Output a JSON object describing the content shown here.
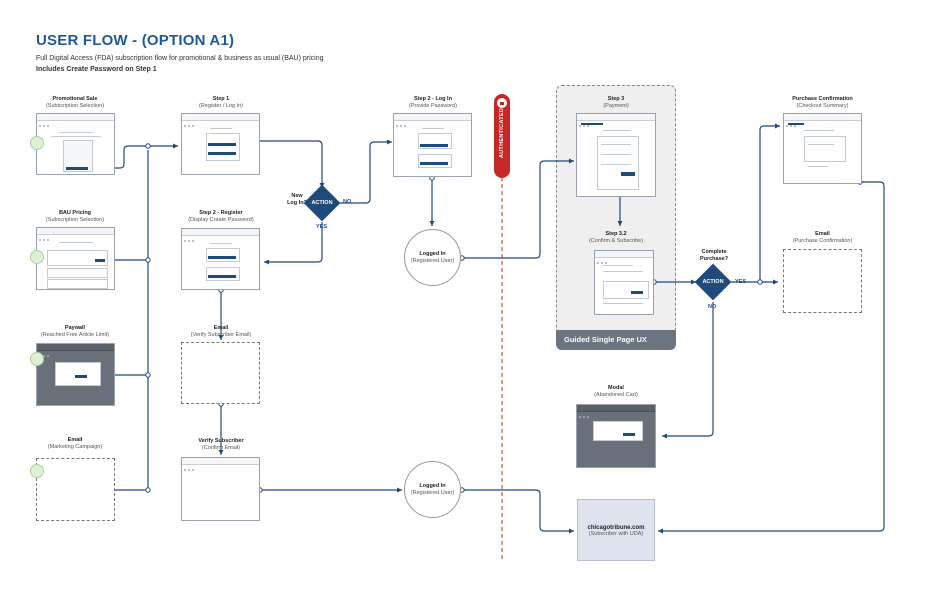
{
  "header": {
    "title": "USER FLOW - (OPTION A1)",
    "subtitle": "Full Digital Access (FDA) subscription flow for promotional & business as usual (BAU) pricing",
    "note": "Includes Create Password on Step 1"
  },
  "entries": {
    "promo": {
      "title": "Promotional Sale",
      "sub": "(Subscription Selection)"
    },
    "bau": {
      "title": "BAU Pricing",
      "sub": "(Subscription Selection)"
    },
    "paywall": {
      "title": "Paywall",
      "sub": "(Reached Free Article Limit)"
    },
    "email": {
      "title": "Email",
      "sub": "(Marketing Campaign)"
    }
  },
  "steps": {
    "step1": {
      "title": "Step 1",
      "sub": "(Register / Log In)"
    },
    "step2_register": {
      "title": "Step 2 - Register",
      "sub": "(Display Create Password)"
    },
    "email_verify": {
      "title": "Email",
      "sub": "(Verify Subscriber Email)"
    },
    "verify_subscriber": {
      "title": "Verify Subscriber",
      "sub": "(Confirm Email)"
    },
    "step2_login": {
      "title": "Step 2 - Log In",
      "sub": "(Provide Password)"
    },
    "step3": {
      "title": "Step 3",
      "sub": "(Payment)"
    },
    "step32": {
      "title": "Step 3.2",
      "sub": "(Confirm & Subscribe)"
    },
    "purchase_confirmation": {
      "title": "Purchase Confirmation",
      "sub": "(Checkout Summary)"
    },
    "email_purchase": {
      "title": "Email",
      "sub": "(Purchase Confirmation)"
    },
    "modal": {
      "title": "Modal",
      "sub": "(Abandoned Cart)"
    }
  },
  "decisions": {
    "login": {
      "question_line1": "New",
      "question_line2": "Log In?",
      "label": "ACTION",
      "no": "NO",
      "yes": "YES"
    },
    "purchase": {
      "question_line1": "Complete",
      "question_line2": "Purchase?",
      "label": "ACTION",
      "yes": "YES",
      "no": "NO"
    }
  },
  "logged_in": {
    "title": "Logged In",
    "sub": "(Registered User)"
  },
  "logged_in_2": {
    "title": "Logged In",
    "sub": "(Registered User)"
  },
  "authenticated": "AUTHENTICATED",
  "guided": "Guided Single Page UX",
  "site": {
    "title": "chicagotribune.com",
    "sub": "(Subscriber with UDA)"
  },
  "colors": {
    "primary": "#1f4b7a",
    "auth": "#c62828",
    "title": "#1f5a96"
  }
}
